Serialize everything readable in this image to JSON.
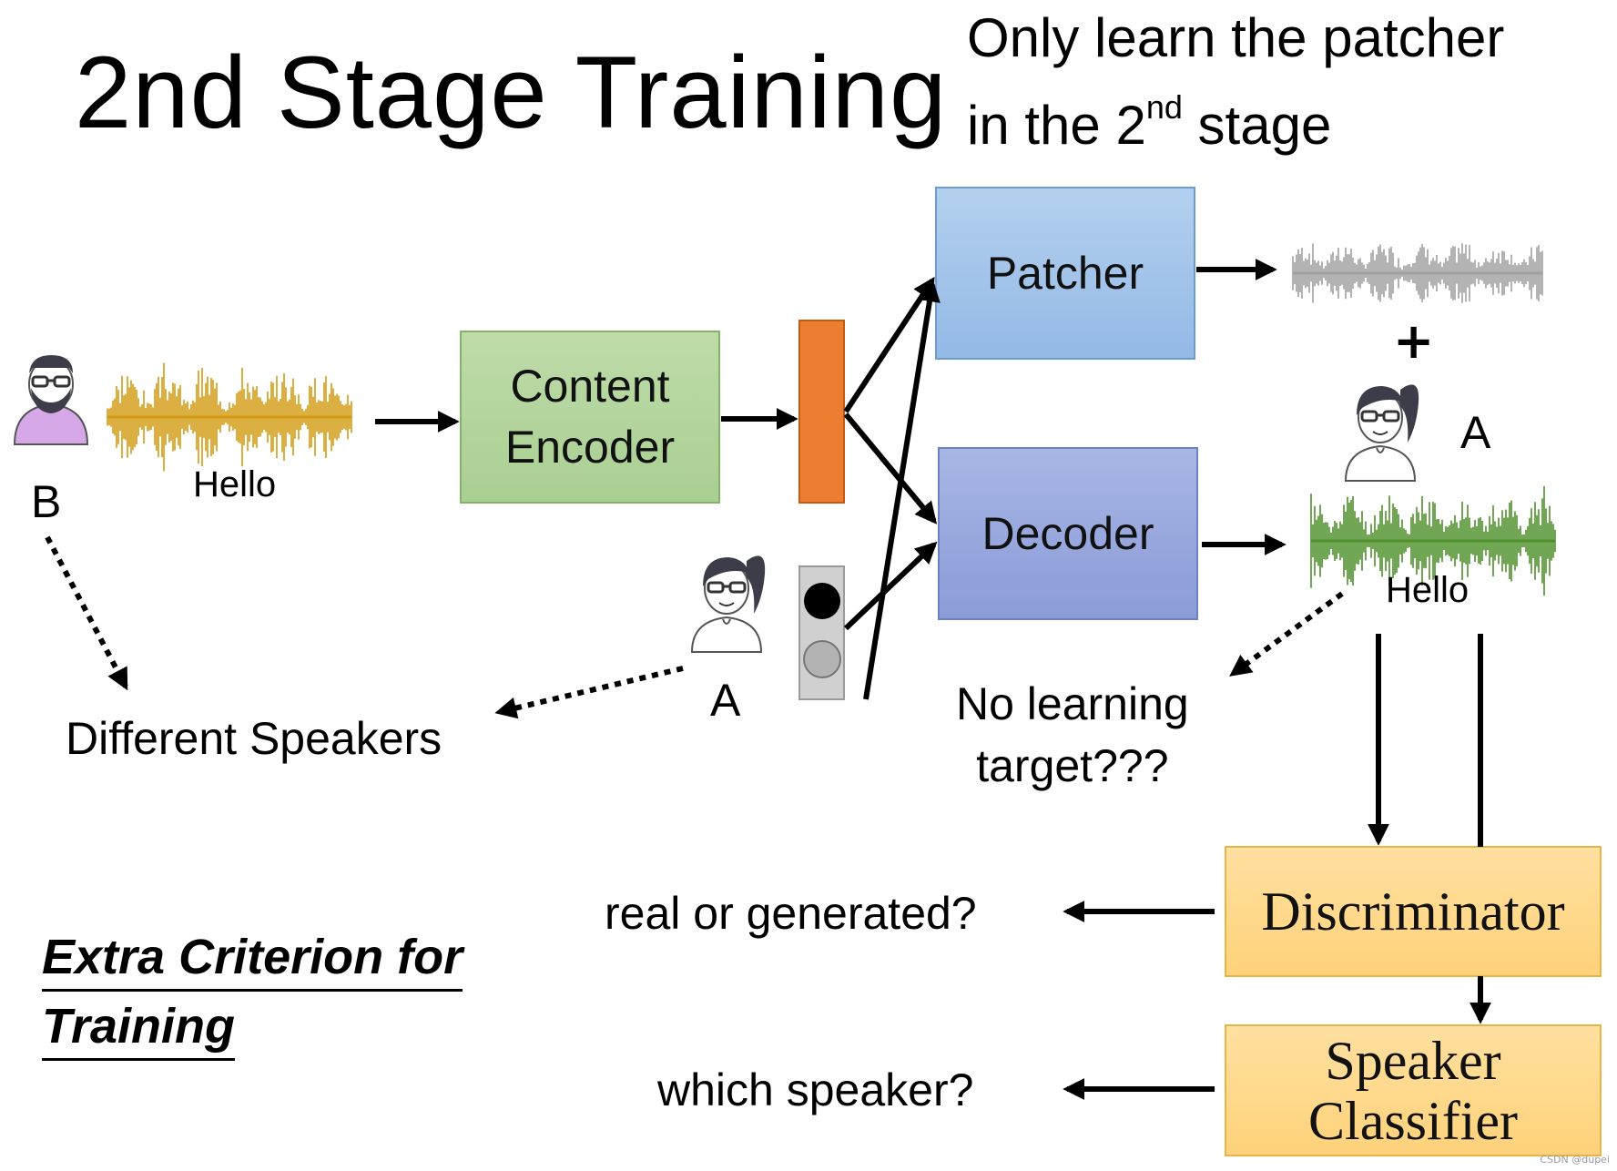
{
  "title": "2nd Stage Training",
  "note": {
    "line1": "Only learn the patcher",
    "line2_prefix": "in the 2",
    "line2_sup": "nd",
    "line2_suffix": " stage"
  },
  "speakers": {
    "b_label": "B",
    "a_label_mid": "A",
    "a_label_right": "A"
  },
  "utterance": {
    "input_word": "Hello",
    "output_word": "Hello"
  },
  "blocks": {
    "content_encoder": [
      "Content",
      "Encoder"
    ],
    "patcher": "Patcher",
    "decoder": "Decoder",
    "discriminator": "Discriminator",
    "speaker_classifier": [
      "Speaker",
      "Classifier"
    ]
  },
  "texts": {
    "different_speakers": "Different Speakers",
    "no_learning_target": [
      "No learning",
      "target???"
    ],
    "real_or_generated": "real or generated?",
    "which_speaker": "which speaker?",
    "plus": "+",
    "extra_criterion": [
      "Extra Criterion for",
      "Training"
    ]
  },
  "watermark": "CSDN @dupei",
  "colors": {
    "encoder_fill": "#b5d6a3",
    "encoder_border": "#82b366",
    "patcher_fill": "#a7c7ea",
    "patcher_border": "#6c9bd2",
    "decoder_fill": "#97a8dd",
    "decoder_border": "#6c82c6",
    "yellow_fill": "#ffd98a",
    "yellow_border": "#e8b44a",
    "latent_orange": "#ed7d31",
    "wave_input": "#d49b14",
    "wave_gray": "#a0a0a0",
    "wave_green": "#4d8f2a",
    "avatar_b": "#d7a8e8"
  }
}
